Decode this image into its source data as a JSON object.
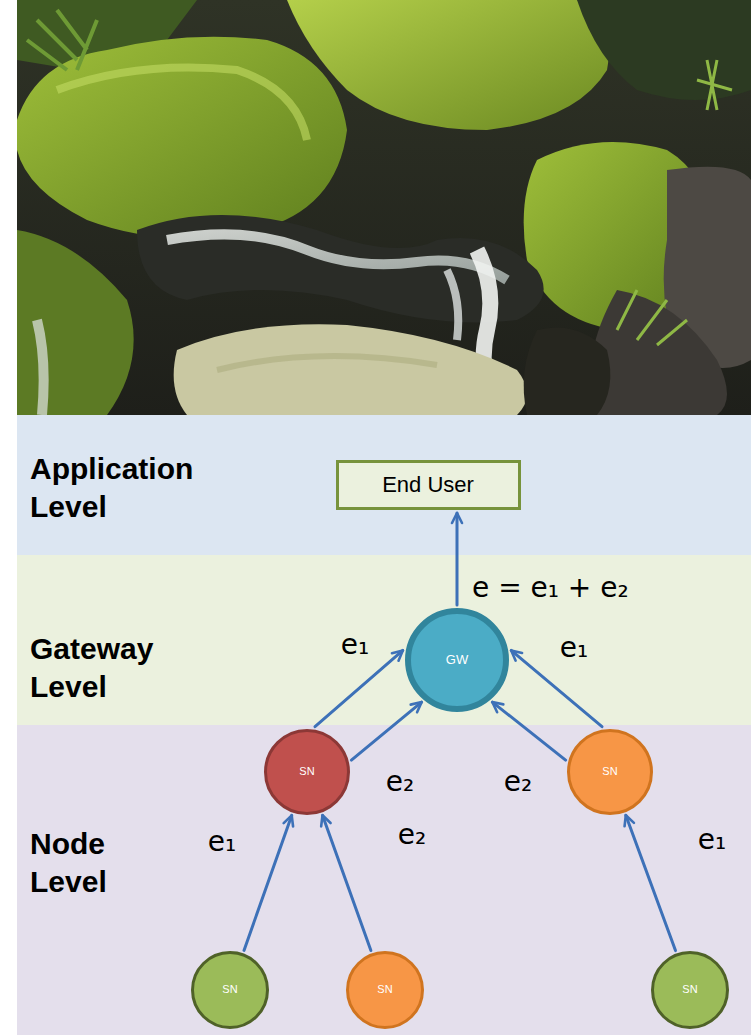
{
  "diagram": {
    "nodes": [
      {
        "text": [
          "Application Level"
        ]
      },
      {
        "text": [
          "End User"
        ],
        "in": 0
      },
      {
        "text": [
          "Gateway Level"
        ]
      },
      {
        "text": [
          "GW"
        ],
        "in": 2
      },
      {
        "text": [
          "Node Level"
        ]
      },
      {
        "text": [
          "SN"
        ],
        "in": 4
      },
      {
        "text": [
          "SN"
        ],
        "in": 4
      },
      {
        "text": [
          "SN"
        ],
        "in": 4
      },
      {
        "text": [
          "SN"
        ],
        "in": 4
      },
      {
        "text": [
          "SN"
        ],
        "in": 4
      }
    ],
    "edges": [
      {
        "from": 7,
        "to": 5,
        "arrow": "to",
        "label": "e₁"
      },
      {
        "from": 8,
        "to": 5,
        "arrow": "to",
        "label": "e₂"
      },
      {
        "from": 5,
        "to": 3,
        "arrow": "to",
        "label": "e₁"
      },
      {
        "from": 5,
        "to": 3,
        "arrow": "to",
        "label": "e₂"
      },
      {
        "from": 6,
        "to": 3,
        "arrow": "to",
        "label": "e₂"
      },
      {
        "from": 6,
        "to": 3,
        "arrow": "to",
        "label": "e₁"
      },
      {
        "from": 9,
        "to": 6,
        "arrow": "to",
        "label": "e₁"
      },
      {
        "from": 3,
        "to": 1,
        "arrow": "to",
        "label": "e = e₁ + e₂"
      }
    ]
  }
}
